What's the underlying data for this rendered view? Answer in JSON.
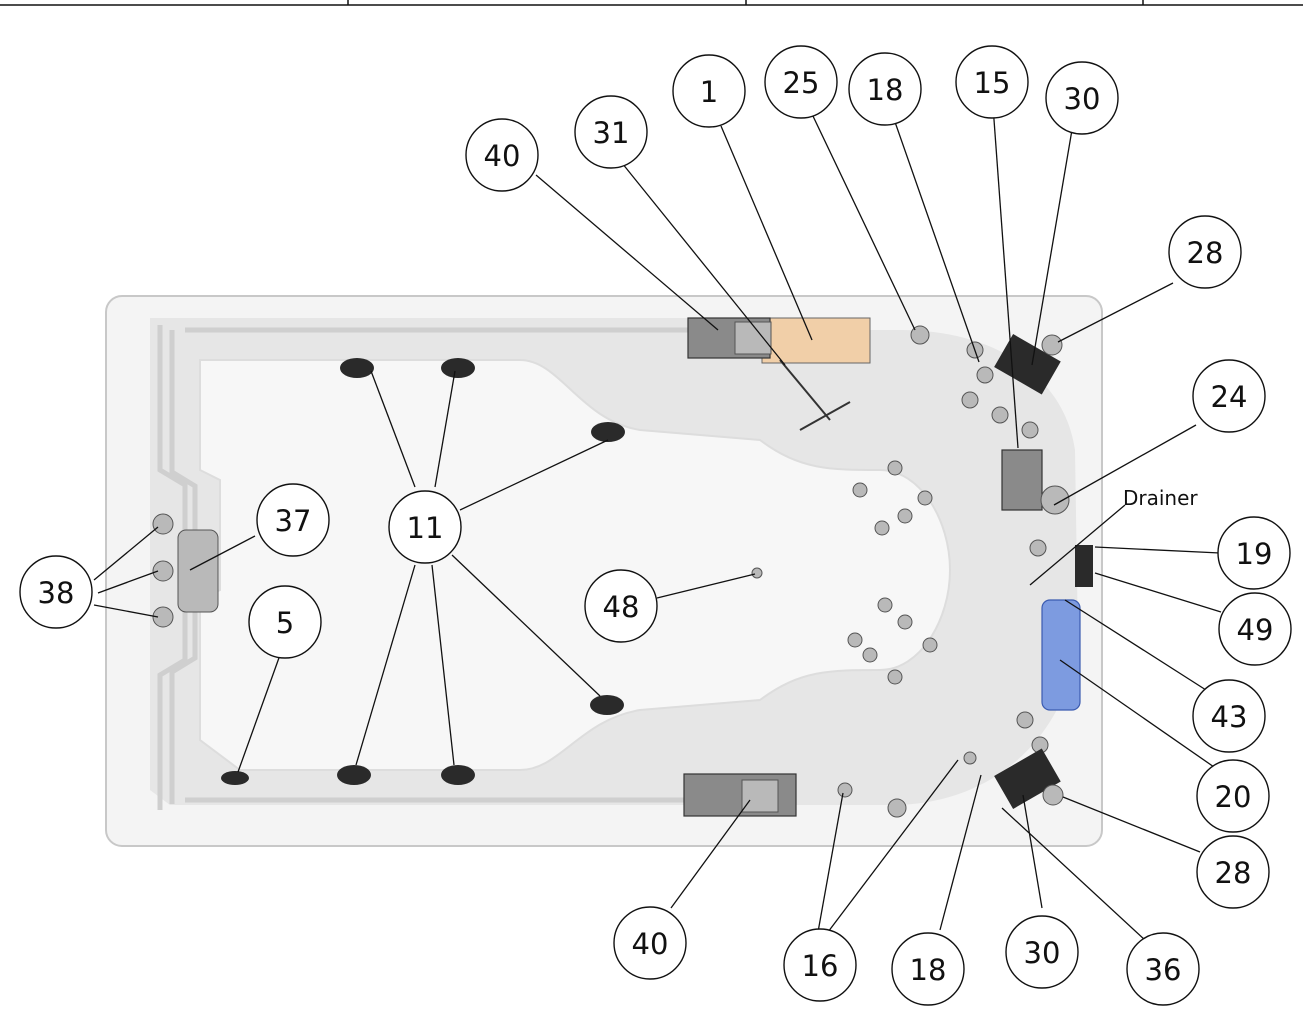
{
  "callouts": [
    {
      "id": "c1",
      "label": "1"
    },
    {
      "id": "c25",
      "label": "25"
    },
    {
      "id": "c18a",
      "label": "18"
    },
    {
      "id": "c15",
      "label": "15"
    },
    {
      "id": "c30a",
      "label": "30"
    },
    {
      "id": "c31",
      "label": "31"
    },
    {
      "id": "c40a",
      "label": "40"
    },
    {
      "id": "c28a",
      "label": "28"
    },
    {
      "id": "c24",
      "label": "24"
    },
    {
      "id": "c37",
      "label": "37"
    },
    {
      "id": "c11",
      "label": "11"
    },
    {
      "id": "c38",
      "label": "38"
    },
    {
      "id": "c5",
      "label": "5"
    },
    {
      "id": "c48",
      "label": "48"
    },
    {
      "id": "c19",
      "label": "19"
    },
    {
      "id": "c49",
      "label": "49"
    },
    {
      "id": "c43",
      "label": "43"
    },
    {
      "id": "c20",
      "label": "20"
    },
    {
      "id": "c28b",
      "label": "28"
    },
    {
      "id": "c40b",
      "label": "40"
    },
    {
      "id": "c16",
      "label": "16"
    },
    {
      "id": "c18b",
      "label": "18"
    },
    {
      "id": "c30b",
      "label": "30"
    },
    {
      "id": "c36",
      "label": "36"
    }
  ],
  "text_labels": {
    "drainer": "Drainer"
  }
}
